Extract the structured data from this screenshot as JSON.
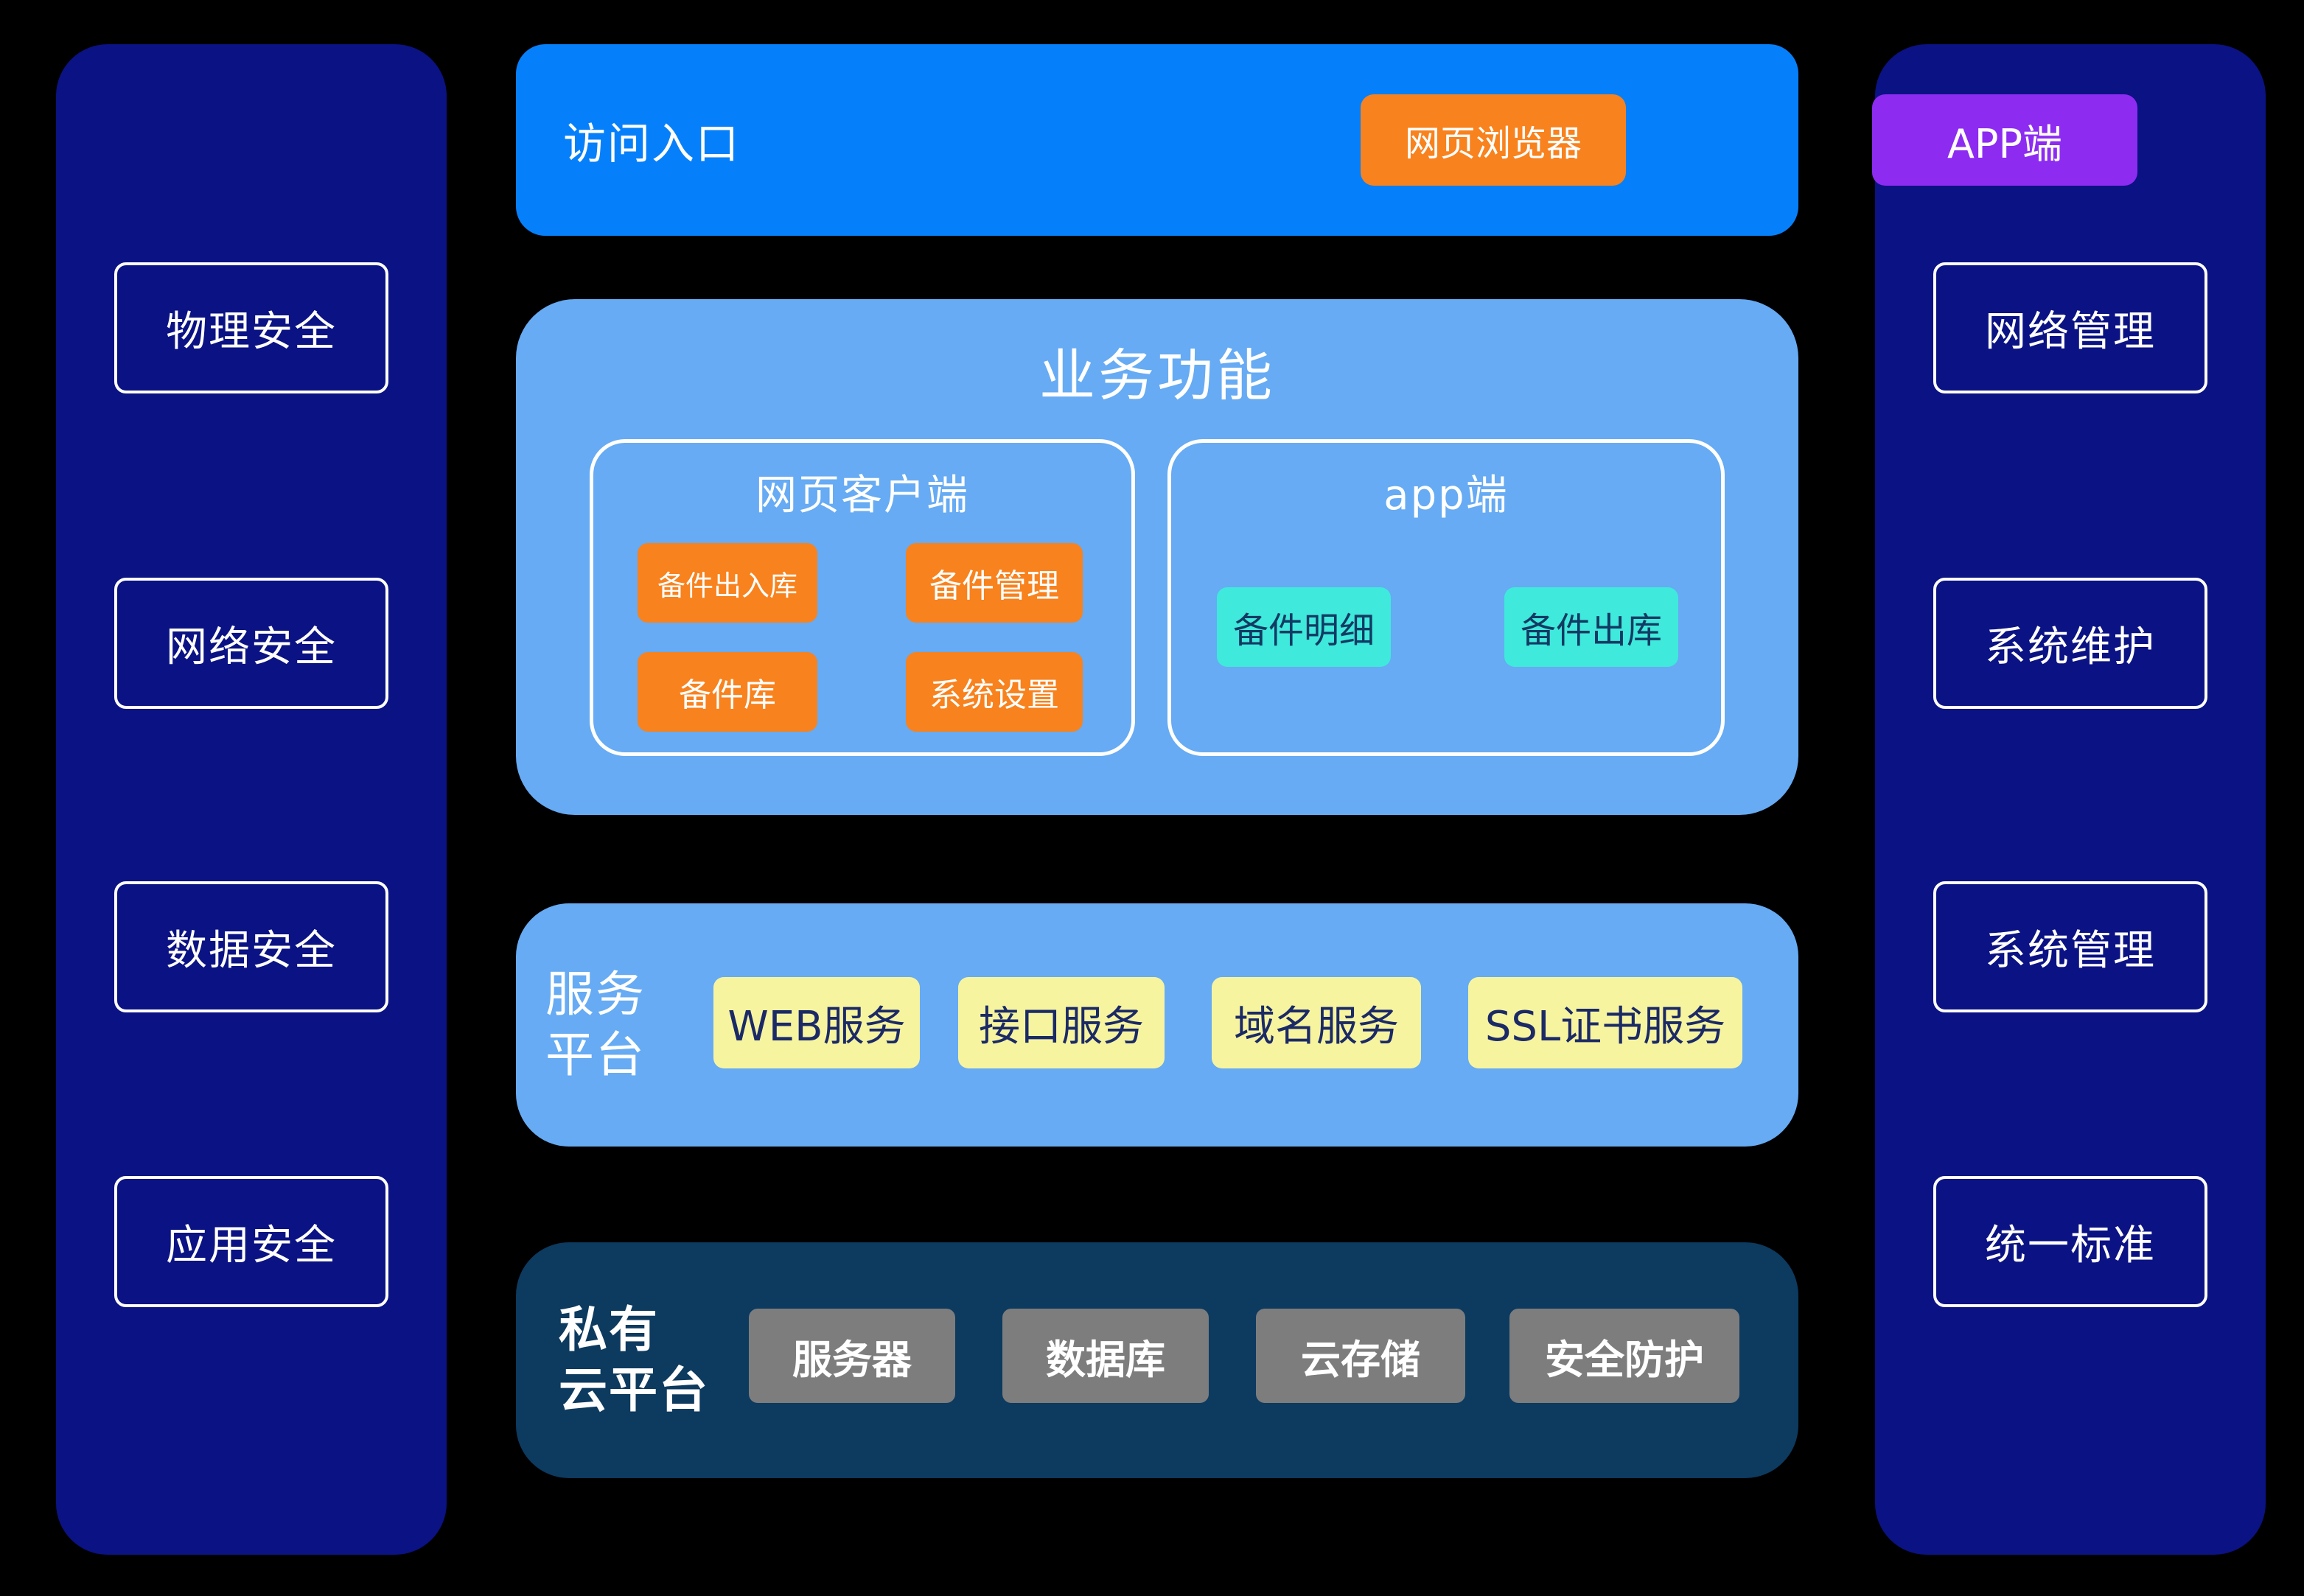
{
  "diagram": {
    "left_sidebar": {
      "items": [
        "物理安全",
        "网络安全",
        "数据安全",
        "应用安全"
      ]
    },
    "right_sidebar": {
      "items": [
        "网络管理",
        "系统维护",
        "系统管理",
        "统一标准"
      ]
    },
    "access_entry": {
      "label": "访问入口",
      "web_browser": "网页浏览器",
      "app": "APP端"
    },
    "business": {
      "title": "业务功能",
      "web_client": {
        "title": "网页客户端",
        "items": [
          "备件出入库",
          "备件管理",
          "备件库",
          "系统设置"
        ]
      },
      "app_client": {
        "title": "app端",
        "items": [
          "备件明细",
          "备件出库"
        ]
      }
    },
    "service_platform": {
      "label": "服务\n平台",
      "items": [
        "WEB服务",
        "接口服务",
        "域名服务",
        "SSL证书服务"
      ]
    },
    "private_cloud": {
      "label": "私有\n云平台",
      "items": [
        "服务器",
        "数据库",
        "云存储",
        "安全防护"
      ]
    }
  },
  "colors": {
    "background": "#000000",
    "sidebar_navy": "#0b1283",
    "entry_bar_blue": "#0680fa",
    "orange": "#f8821d",
    "purple": "#8d2bf1",
    "panel_light_blue": "#66abf3",
    "cyan": "#3fe9db",
    "yellow": "#f7f4a0",
    "cloud_dark_blue": "#0d3a5f",
    "gray": "#7d7d7d"
  }
}
